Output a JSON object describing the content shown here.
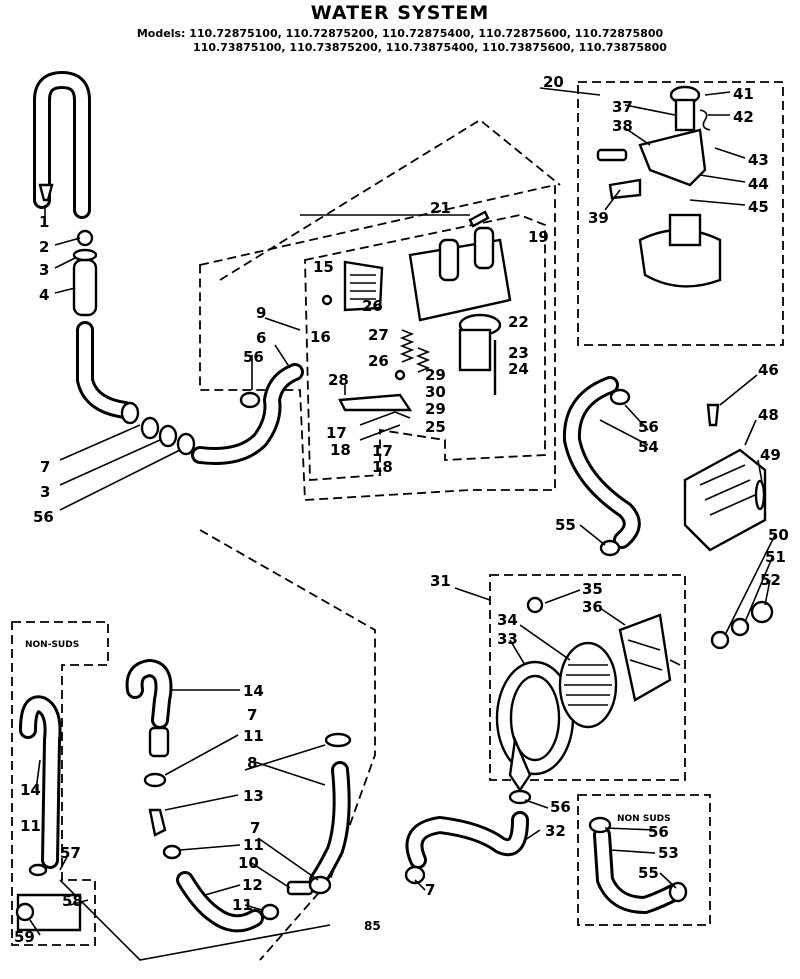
{
  "header": {
    "title": "WATER SYSTEM",
    "models_line1": "Models: 110.72875100, 110.72875200, 110.72875400, 110.72875600, 110.72875800",
    "models_line2": "110.73875100, 110.73875200, 110.73875400, 110.73875600, 110.73875800"
  },
  "boxes": {
    "non_suds_left": "NON-SUDS",
    "non_suds_right": "NON SUDS"
  },
  "page_code": "85",
  "part_numbers": [
    "1",
    "2",
    "3",
    "4",
    "3",
    "7",
    "56",
    "56",
    "6",
    "9",
    "16",
    "15",
    "21",
    "19",
    "22",
    "23",
    "24",
    "26",
    "27",
    "26",
    "29",
    "30",
    "29",
    "25",
    "28",
    "17",
    "18",
    "17",
    "18",
    "20",
    "41",
    "37",
    "42",
    "38",
    "43",
    "44",
    "39",
    "45",
    "46",
    "48",
    "49",
    "56",
    "54",
    "55",
    "50",
    "51",
    "52",
    "31",
    "35",
    "34",
    "36",
    "33",
    "14",
    "11",
    "13",
    "7",
    "8",
    "11",
    "12",
    "10",
    "11",
    "7",
    "56",
    "32",
    "7",
    "56",
    "53",
    "55",
    "14",
    "11",
    "57",
    "58",
    "59"
  ]
}
